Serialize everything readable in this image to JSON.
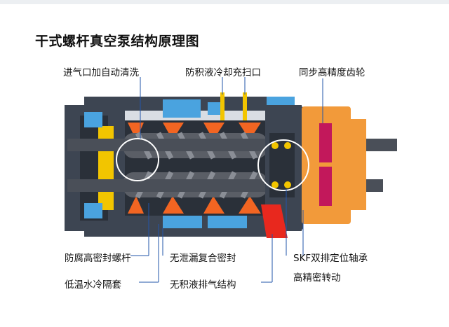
{
  "title": "干式螺杆真空泵结构原理图",
  "labels": {
    "top_left": "进气口加自动清洗",
    "top_center": "防积液冷却充扫口",
    "top_right": "同步高精度齿轮",
    "bottom_left_1": "防腐高密封螺杆",
    "bottom_left_2": "低温水冷隔套",
    "bottom_center_1": "无泄漏复合密封",
    "bottom_center_2": "无积液排气结构",
    "bottom_right_1": "SKF双排定位轴承",
    "bottom_right_2": "高精密转动"
  },
  "colors": {
    "casing": "#3d4552",
    "casing_dark": "#2a3039",
    "coolant_blue": "#4aa3df",
    "rotor": "#5a5e66",
    "hot_orange": "#f26522",
    "flow_red": "#e8281e",
    "bearing_yellow": "#f2c500",
    "gear_pink": "#c2185b",
    "gear_housing": "#f29a3a",
    "leader_line": "#2255aa"
  }
}
